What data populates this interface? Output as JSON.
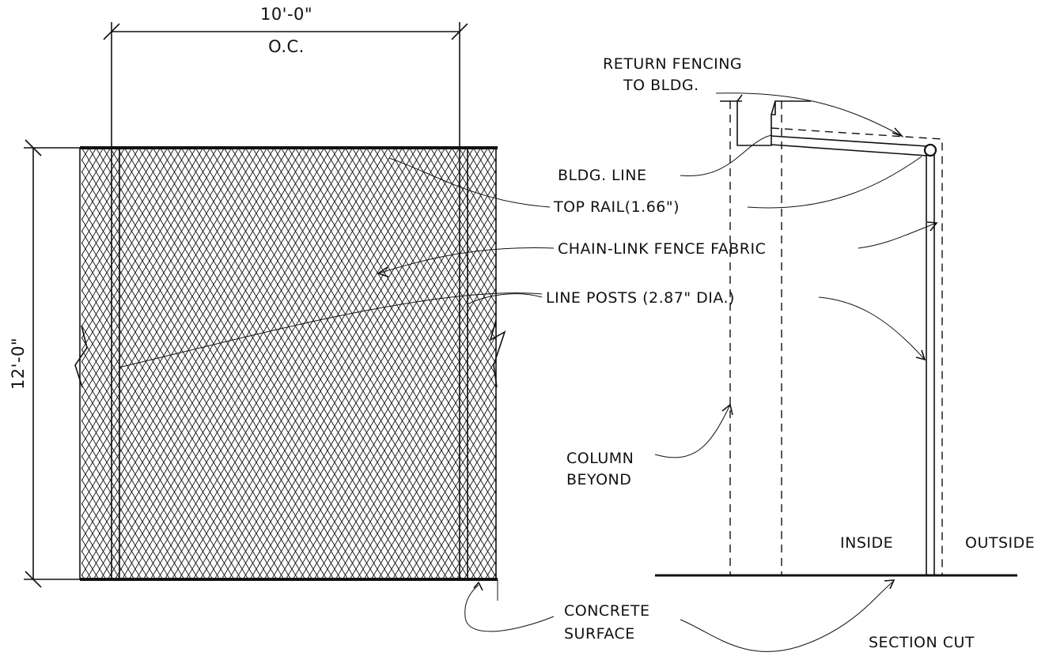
{
  "dimensions": {
    "width_label": "10'-0\"",
    "spacing_label": "O.C.",
    "height_label": "12'-0\""
  },
  "labels": {
    "return_fencing_line1": "RETURN FENCING",
    "return_fencing_line2": "TO BLDG.",
    "bldg_line": "BLDG. LINE",
    "top_rail": "TOP RAIL(1.66\")",
    "fence_fabric": "CHAIN-LINK FENCE FABRIC",
    "line_posts": "LINE POSTS (2.87\" DIA.)",
    "column_line1": "COLUMN",
    "column_line2": "BEYOND",
    "inside": "INSIDE",
    "outside": "OUTSIDE",
    "concrete_line1": "CONCRETE",
    "concrete_line2": "SURFACE",
    "section_cut": "SECTION CUT"
  },
  "colors": {
    "ink": "#111111",
    "paper": "#ffffff"
  }
}
